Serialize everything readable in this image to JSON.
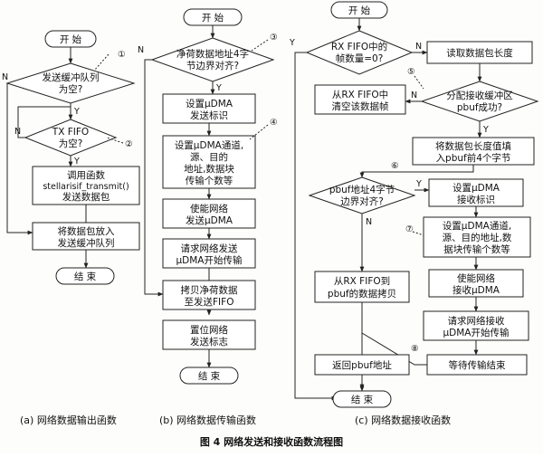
{
  "a": {
    "start": "开 始",
    "d1": [
      "发送缓冲队列",
      "为空?"
    ],
    "d2": [
      "TX FIFO",
      "为空?"
    ],
    "b1": [
      "调用函数",
      "stellarisif_transmit()",
      "发送数据包"
    ],
    "b2": [
      "将数据包放入",
      "发送缓冲队列"
    ],
    "end": "结 束",
    "m1": "①",
    "m2": "②",
    "yes": "Y",
    "no": "N",
    "caption": "(a) 网络数据输出函数"
  },
  "b": {
    "start": "开 始",
    "d1": [
      "净荷数据地址4字",
      "节边界对齐?"
    ],
    "b1": [
      "设置μDMA",
      "发送标识"
    ],
    "b2": [
      "设置μDMA通道,",
      "源、目的",
      "地址,数据块",
      "传输个数等"
    ],
    "b3": [
      "使能网络",
      "发送μDMA"
    ],
    "b4": [
      "请求网络发送",
      "μDMA开始传输"
    ],
    "b5": [
      "拷贝净荷数据",
      "至发送FIFO"
    ],
    "b6": [
      "置位网络",
      "发送标志"
    ],
    "end": "结 束",
    "m3": "③",
    "m4": "④",
    "yes": "Y",
    "no": "N",
    "caption": "(b) 网络数据传输函数"
  },
  "c": {
    "start": "开 始",
    "d1": [
      "RX FIFO中的",
      "帧数量=0?"
    ],
    "r1": "读取数据包长度",
    "l1": [
      "从RX FIFO中",
      "清空该数据帧"
    ],
    "d2": [
      "分配接收缓冲区",
      "pbuf成功?"
    ],
    "r2": [
      "将数据包长度值填",
      "入pbuf前4个字节"
    ],
    "d3": [
      "pbuf地址4字节",
      "边界对齐?"
    ],
    "r3": [
      "设置μDMA",
      "接收标识"
    ],
    "r4": [
      "设置μDMA通道,",
      "源、目的地址,数",
      "据块传输个数等"
    ],
    "r5": [
      "使能网络",
      "接收μDMA"
    ],
    "r6": [
      "请求网络接收",
      "μDMA开始传输"
    ],
    "r7": "等待传输结束",
    "l2": [
      "从RX FIFO到",
      "pbuf的数据拷贝"
    ],
    "l3": "返回pbuf地址",
    "end": "结 束",
    "m5": "⑤",
    "m6": "⑥",
    "m7": "⑦",
    "m8": "⑧",
    "yes": "Y",
    "no": "N",
    "caption": "(c) 网络数据接收函数"
  },
  "figure_caption": "图 4   网络发送和接收函数流程图"
}
